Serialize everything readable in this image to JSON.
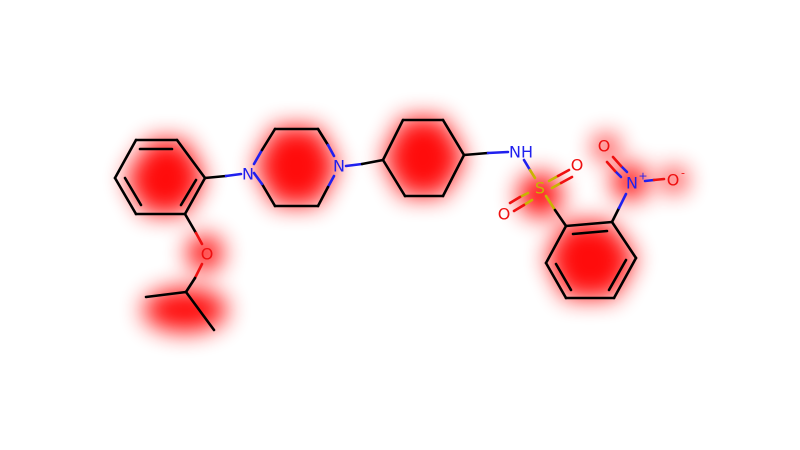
{
  "atoms": {
    "n_piperazine_left": "N",
    "n_piperazine_right": "N",
    "o_ether": "O",
    "nh_amide": "NH",
    "s_sulfonyl": "S",
    "o_sulfonyl_top": "O",
    "o_sulfonyl_left": "O",
    "o_nitro_top": "O",
    "n_nitro": "N",
    "n_nitro_charge": "+",
    "o_nitro_right": "O",
    "o_nitro_right_charge": "-"
  },
  "colors": {
    "carbon": "#000000",
    "nitrogen": "#2020ee",
    "oxygen": "#ee1010",
    "sulfur": "#c9b400",
    "highlight": "#ff0000"
  }
}
